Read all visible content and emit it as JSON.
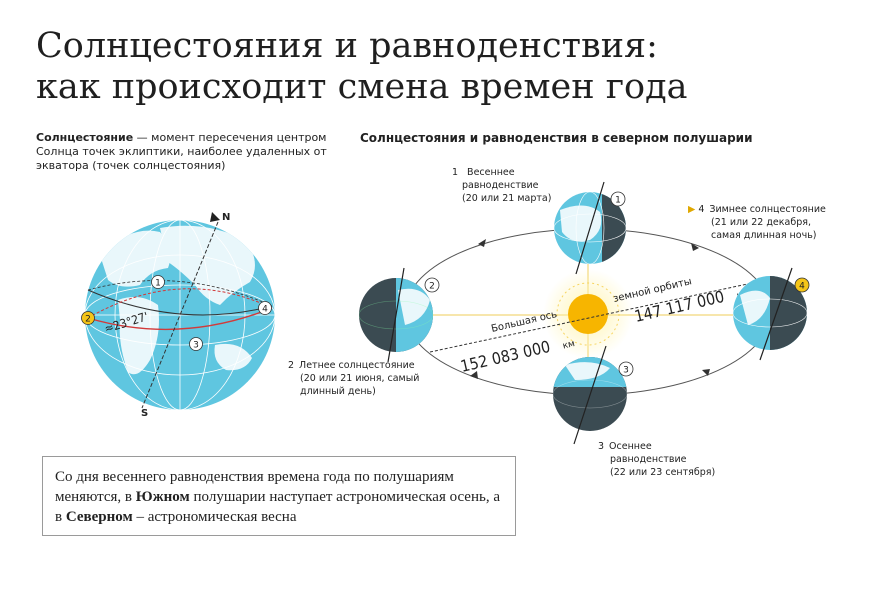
{
  "title": {
    "line1": "Солнцестояния и равноденствия:",
    "line2": "как происходит смена времен года"
  },
  "definition": {
    "term": "Солнцестояние",
    "text": " — момент пересечения центром Солнца точек эклиптики, наиболее удаленных от экватора (точек солнцестояния)"
  },
  "globe_left": {
    "north": "N",
    "south": "S",
    "angle": "≈23°27'",
    "markers": [
      "1",
      "2",
      "3",
      "4"
    ]
  },
  "orbit": {
    "subtitle": "Солнцестояния и равноденствия в северном полушарии",
    "major_axis_label": "Большая ось",
    "orbit_label": "земной орбиты",
    "distance_left": "152 083 000",
    "distance_right": "147 117 000",
    "unit": "км",
    "positions": [
      {
        "num": "1",
        "line1": "Весеннее",
        "line2": "равноденствие",
        "line3": "(20 или 21 марта)"
      },
      {
        "num": "2",
        "line1": "Летнее солнцестояние",
        "line2": "(20 или 21 июня, самый",
        "line3": "длинный день)"
      },
      {
        "num": "3",
        "line1": "Осеннее",
        "line2": "равноденствие",
        "line3": "(22 или 23 сентября)"
      },
      {
        "num": "4",
        "line1": "Зимнее солнцестояние",
        "line2": "(21 или 22 декабря,",
        "line3": "самая длинная ночь)"
      }
    ]
  },
  "note": {
    "part1": "Со дня весеннего равноденствия  времена года по полушариям меняются, в ",
    "bold1": "Южном",
    "part2": " полушарии наступает астрономическая осень, а в ",
    "bold2": "Северном",
    "part3": " – астрономическая весна"
  },
  "colors": {
    "ocean": "#5fc6e0",
    "land": "#e9f7fb",
    "night": "#3b4b52",
    "sun": "#f7b500",
    "marker_yellow": "#f5c518",
    "ecliptic": "#d23a3a"
  }
}
